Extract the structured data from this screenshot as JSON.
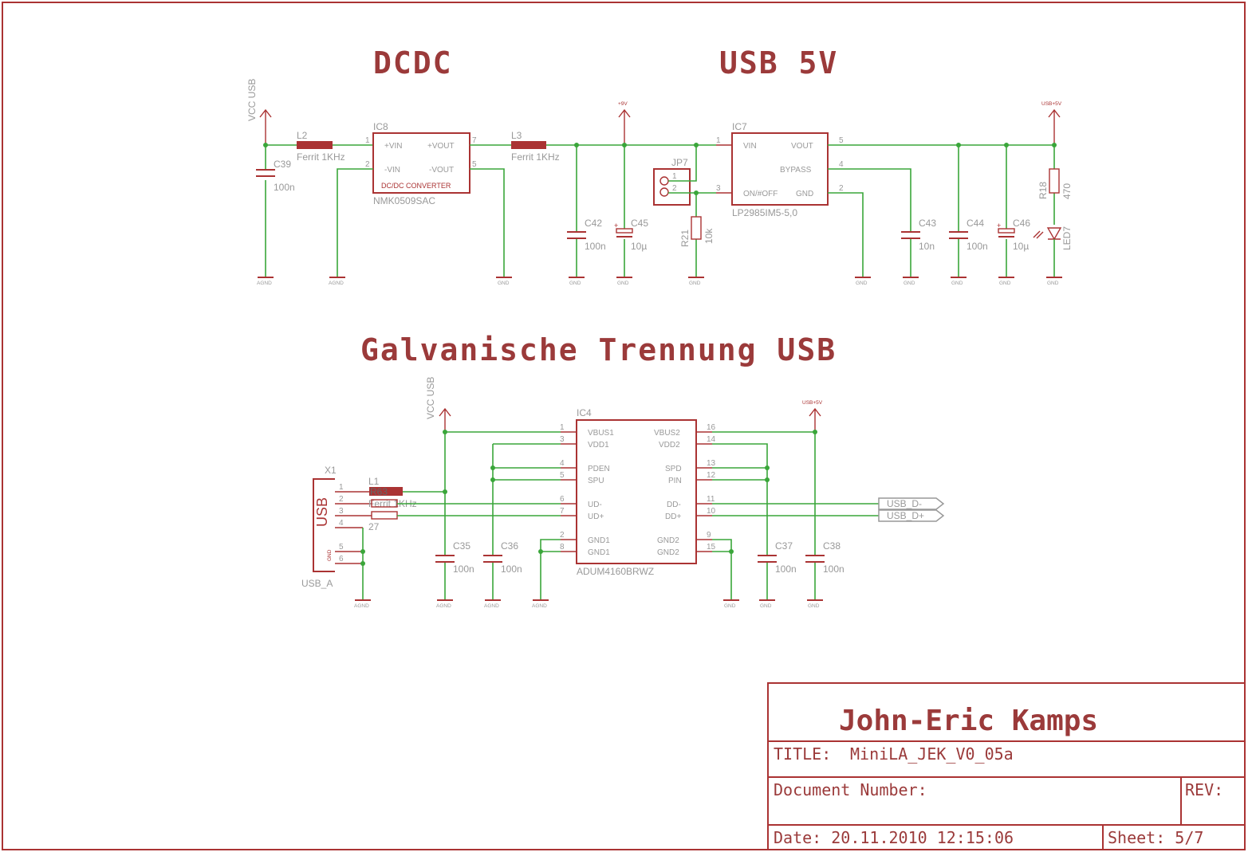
{
  "headings": {
    "dcdc": "DCDC",
    "usb5v": "USB 5V",
    "galvanic": "Galvanische Trennung USB"
  },
  "supplies": {
    "vcc_usb": "VCC USB",
    "plus9v": "+9V",
    "usb_plus5v": "USB+5V"
  },
  "grounds": {
    "agnd": "AGND",
    "gnd": "GND"
  },
  "dcdc": {
    "l2_name": "L2",
    "l2_value": "Ferrit 1KHz",
    "c39_name": "C39",
    "c39_value": "100n",
    "ic8_name": "IC8",
    "ic8_value": "NMK0509SAC",
    "ic8_desc": "DC/DC CONVERTER",
    "ic8_vin_p": "+VIN",
    "ic8_vin_n": "-VIN",
    "ic8_vout_p": "+VOUT",
    "ic8_vout_n": "-VOUT",
    "ic8_pin1": "1",
    "ic8_pin2": "2",
    "ic8_pin7": "7",
    "ic8_pin5": "5",
    "l3_name": "L3",
    "l3_value": "Ferrit 1KHz",
    "c42_name": "C42",
    "c42_value": "100n",
    "c45_name": "C45",
    "c45_value": "10µ"
  },
  "usb5v": {
    "jp7_name": "JP7",
    "jp7_pin1": "1",
    "jp7_pin2": "2",
    "r21_name": "R21",
    "r21_value": "10k",
    "ic7_name": "IC7",
    "ic7_value": "LP2985IM5-5,0",
    "ic7_vin": "VIN",
    "ic7_onoff": "ON/#OFF",
    "ic7_vout": "VOUT",
    "ic7_bypass": "BYPASS",
    "ic7_gnd": "GND",
    "ic7_pin1": "1",
    "ic7_pin3": "3",
    "ic7_pin5": "5",
    "ic7_pin4": "4",
    "ic7_pin2": "2",
    "c43_name": "C43",
    "c43_value": "10n",
    "c44_name": "C44",
    "c44_value": "100n",
    "c46_name": "C46",
    "c46_value": "10µ",
    "r18_name": "R18",
    "r18_value": "470",
    "led7_name": "LED7"
  },
  "galvanic": {
    "x1_name": "X1",
    "x1_value": "USB_A",
    "x1_label": "USB",
    "x1_gnd": "GND",
    "x1_pins": [
      "1",
      "2",
      "3",
      "4",
      "5",
      "6"
    ],
    "l1_name": "L1",
    "l1_value": "Ferrit 1KHz",
    "r63_name": "R63",
    "r63_value": "27",
    "ic4_name": "IC4",
    "ic4_value": "ADUM4160BRWZ",
    "ic4_left": [
      "VBUS1",
      "VDD1",
      "PDEN",
      "SPU",
      "UD-",
      "UD+",
      "GND1",
      "GND1"
    ],
    "ic4_left_pins": [
      "1",
      "3",
      "4",
      "5",
      "6",
      "7",
      "2",
      "8"
    ],
    "ic4_right": [
      "VBUS2",
      "VDD2",
      "SPD",
      "PIN",
      "DD-",
      "DD+",
      "GND2",
      "GND2"
    ],
    "ic4_right_pins": [
      "16",
      "14",
      "13",
      "12",
      "11",
      "10",
      "9",
      "15"
    ],
    "c35_name": "C35",
    "c35_value": "100n",
    "c36_name": "C36",
    "c36_value": "100n",
    "c37_name": "C37",
    "c37_value": "100n",
    "c38_name": "C38",
    "c38_value": "100n",
    "usb_dm": "USB_D-",
    "usb_dp": "USB_D+"
  },
  "titleblock": {
    "author": "John-Eric Kamps",
    "title_label": "TITLE:",
    "title_value": "MiniLA_JEK_V0_05a",
    "docnum_label": "Document Number:",
    "rev_label": "REV:",
    "date": "Date: 20.11.2010 12:15:06",
    "sheet": "Sheet: 5/7"
  },
  "colors": {
    "frame": "#a33333",
    "wire": "#3aa63a",
    "text_gray": "#999999",
    "heading": "#9b3a3a"
  }
}
